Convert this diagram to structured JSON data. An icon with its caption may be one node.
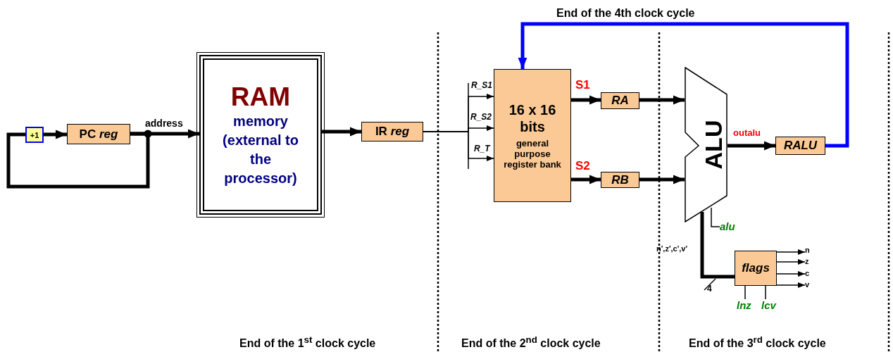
{
  "diagram": {
    "nodes": [
      {
        "text": [
          "+1"
        ]
      },
      {
        "text": [
          "PC *reg*"
        ]
      },
      {
        "text": [
          "RAM",
          "memory (external to the processor)"
        ]
      },
      {
        "text": [
          "IR *reg*"
        ]
      },
      {
        "text": [
          "16 x 16 bits",
          "general purpose register bank"
        ]
      },
      {
        "text": [
          "RA"
        ]
      },
      {
        "text": [
          "RB"
        ]
      },
      {
        "text": [
          "ALU"
        ]
      },
      {
        "text": [
          "RALU"
        ]
      },
      {
        "text": [
          "alu"
        ]
      },
      {
        "text": [
          "flags"
        ]
      },
      {
        "text": [
          "n"
        ]
      },
      {
        "text": [
          "z"
        ]
      },
      {
        "text": [
          "c"
        ]
      },
      {
        "text": [
          "v"
        ]
      },
      {
        "text": [
          "lnz"
        ]
      },
      {
        "text": [
          "lcv"
        ]
      }
    ],
    "edges": [
      {
        "from": 1,
        "to": 0,
        "arrow": "none"
      },
      {
        "from": 0,
        "to": 1,
        "arrow": "to"
      },
      {
        "from": 1,
        "to": 2,
        "arrow": "to",
        "label": "address"
      },
      {
        "from": 2,
        "to": 3,
        "arrow": "to"
      },
      {
        "from": 3,
        "to": 4,
        "arrow": "to",
        "label": "R_S1"
      },
      {
        "from": 3,
        "to": 4,
        "arrow": "to",
        "label": "R_S2"
      },
      {
        "from": 3,
        "to": 4,
        "arrow": "to",
        "label": "R_T"
      },
      {
        "from": 4,
        "to": 5,
        "arrow": "to",
        "label": "S1"
      },
      {
        "from": 4,
        "to": 6,
        "arrow": "to",
        "label": "S2"
      },
      {
        "from": 5,
        "to": 7,
        "arrow": "to"
      },
      {
        "from": 6,
        "to": 7,
        "arrow": "to"
      },
      {
        "from": 7,
        "to": 8,
        "arrow": "to",
        "label": "outalu"
      },
      {
        "from": 8,
        "to": 4,
        "arrow": "to",
        "color": "#0000ff"
      },
      {
        "from": 9,
        "to": 7,
        "arrow": "none"
      },
      {
        "from": 7,
        "to": 10,
        "arrow": "none",
        "label": "n',z',c',v'"
      },
      {
        "from": 10,
        "to": 11,
        "arrow": "to"
      },
      {
        "from": 10,
        "to": 12,
        "arrow": "to"
      },
      {
        "from": 10,
        "to": 13,
        "arrow": "to"
      },
      {
        "from": 10,
        "to": 14,
        "arrow": "to"
      },
      {
        "from": 15,
        "to": 10,
        "arrow": "none"
      },
      {
        "from": 16,
        "to": 10,
        "arrow": "none"
      }
    ],
    "labels": [
      "End of the 4th clock cycle",
      "4",
      "End of the 1$^{st}$ clock cycle",
      "End of the 2$^{nd}$ clock cycle",
      "End of the 3$^{rd}$ clock cycle"
    ]
  }
}
